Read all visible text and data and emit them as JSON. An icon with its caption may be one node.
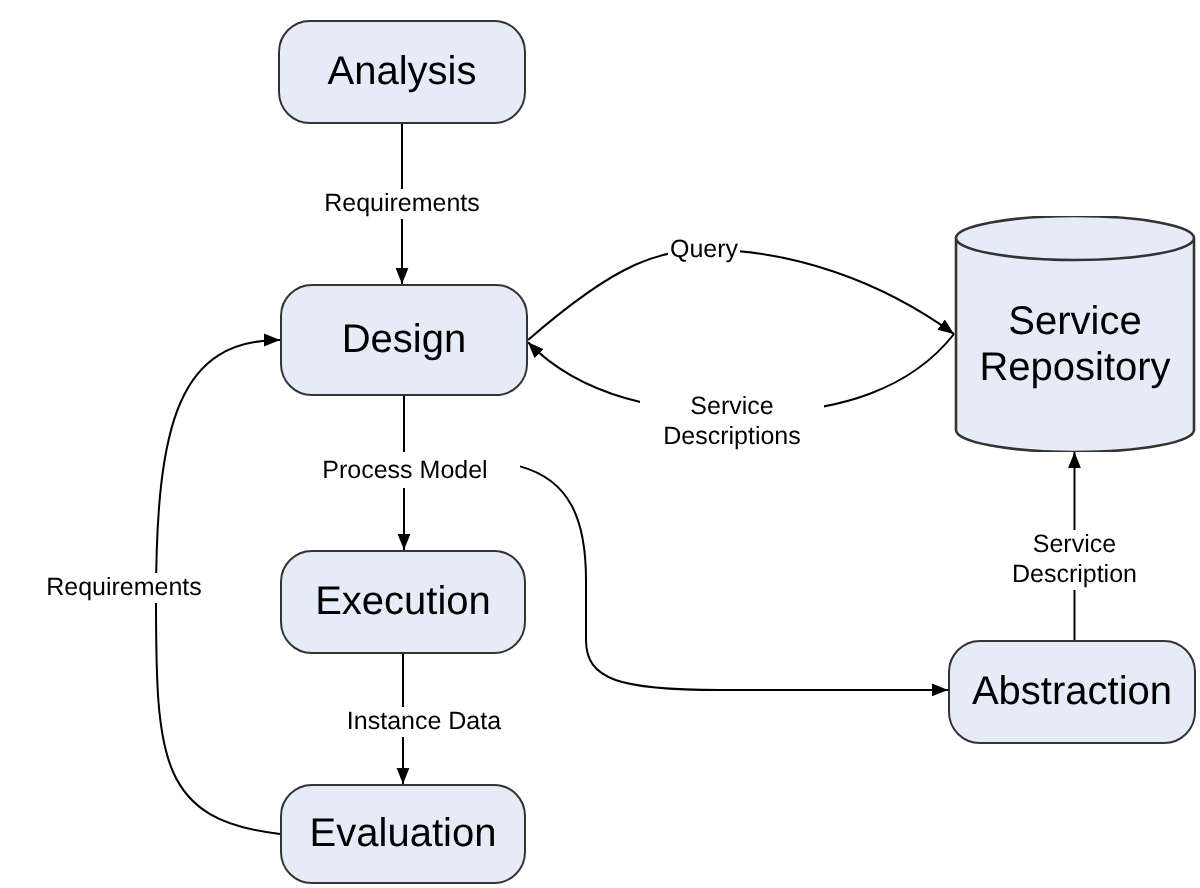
{
  "diagram": {
    "nodes": [
      {
        "text": [
          "Analysis"
        ]
      },
      {
        "text": [
          "Design"
        ]
      },
      {
        "text": [
          "Process Model"
        ]
      },
      {
        "text": [
          "Execution"
        ]
      },
      {
        "text": [
          "Evaluation"
        ]
      },
      {
        "text": [
          "Service Repository"
        ]
      },
      {
        "text": [
          "Abstraction"
        ]
      }
    ],
    "edges": [
      {
        "from": 0,
        "to": 1,
        "arrow": "to",
        "label": "Requirements"
      },
      {
        "from": 1,
        "to": 5,
        "arrow": "to",
        "label": "Query"
      },
      {
        "from": 5,
        "to": 1,
        "arrow": "to",
        "label": "Service Descriptions"
      },
      {
        "from": 1,
        "to": 2,
        "arrow": "none"
      },
      {
        "from": 2,
        "to": 3,
        "arrow": "to"
      },
      {
        "from": 3,
        "to": 4,
        "arrow": "to",
        "label": "Instance Data"
      },
      {
        "from": 4,
        "to": 1,
        "arrow": "to",
        "label": "Requirements"
      },
      {
        "from": 2,
        "to": 6,
        "arrow": "to"
      },
      {
        "from": 6,
        "to": 5,
        "arrow": "to",
        "label": "Service Description"
      }
    ]
  }
}
